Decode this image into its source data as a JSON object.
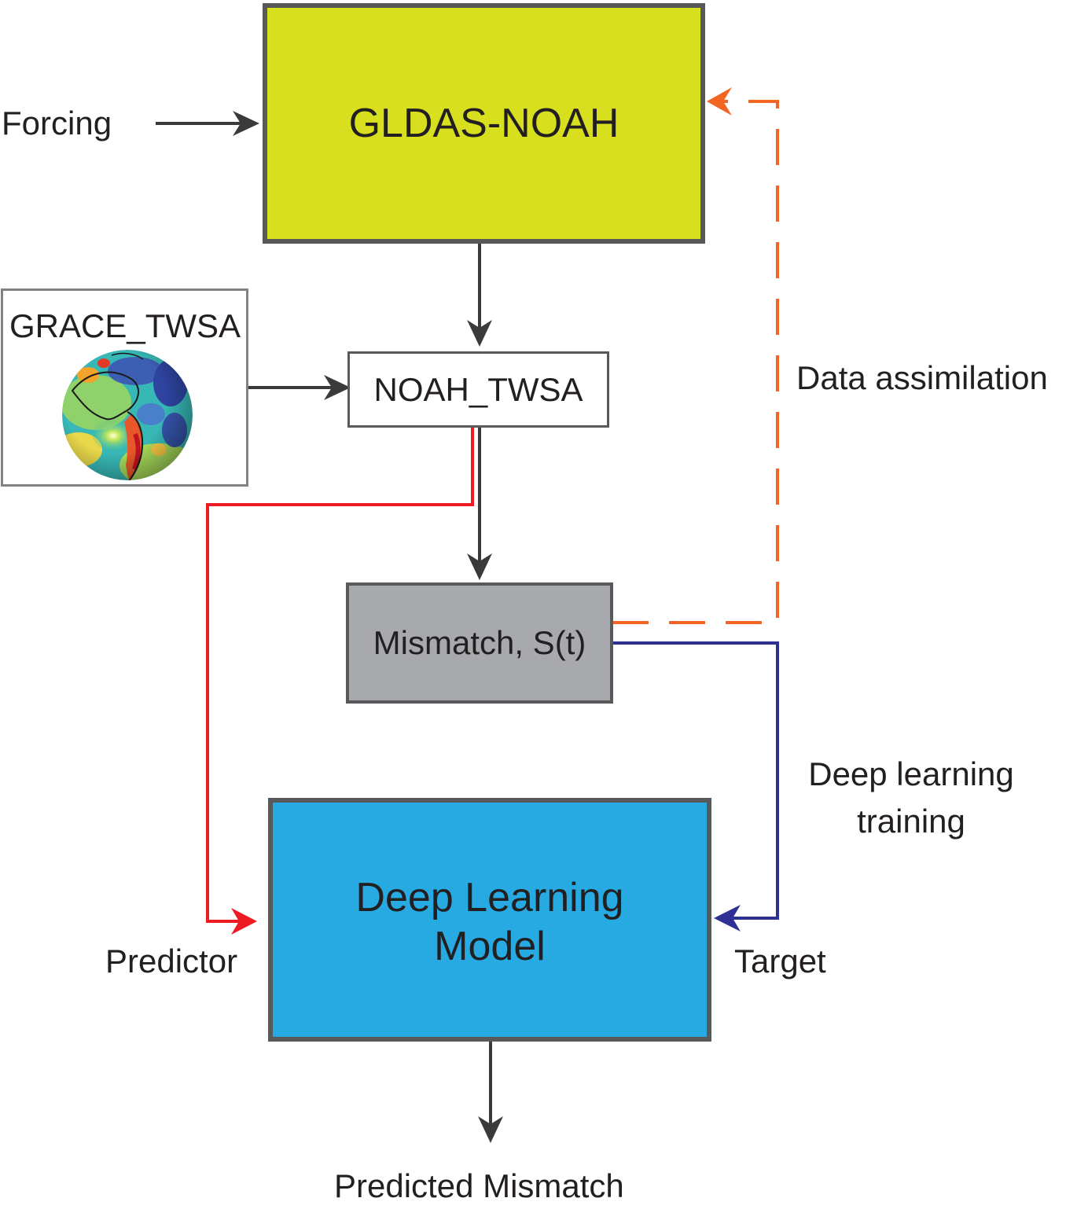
{
  "nodes": {
    "gldas": {
      "label": "GLDAS-NOAH",
      "fill": "#d7df1f"
    },
    "grace": {
      "label": "GRACE_TWSA",
      "image": "earth-gravity-globe-icon"
    },
    "noah": {
      "label": "NOAH_TWSA",
      "fill": "#ffffff"
    },
    "mismatch": {
      "label": "Mismatch, S(t)",
      "fill": "#a8a9ad"
    },
    "dl_model": {
      "label_line1": "Deep Learning",
      "label_line2": "Model",
      "fill": "#27aae1"
    }
  },
  "labels": {
    "forcing": "Forcing",
    "data_assimilation": "Data assimilation",
    "deep_learning_training_line1": "Deep learning",
    "deep_learning_training_line2": "training",
    "predictor": "Predictor",
    "target": "Target",
    "predicted_mismatch": "Predicted Mismatch"
  },
  "edge_colors": {
    "default": "#3a3a3a",
    "data_assimilation": "#f26522",
    "predictor": "#ed1c24",
    "target": "#2e3192"
  }
}
